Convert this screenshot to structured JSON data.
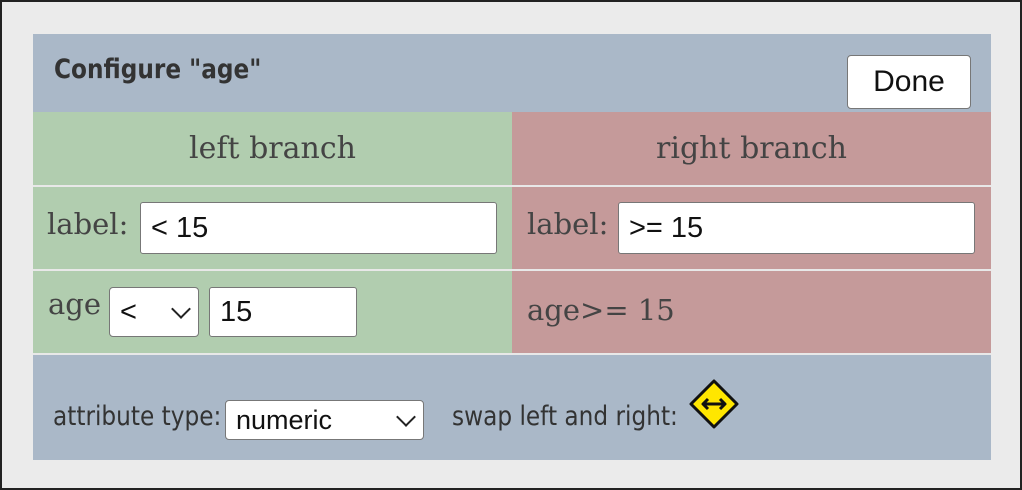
{
  "dialog": {
    "title": "Configure \"age\"",
    "done_label": "Done"
  },
  "left_branch": {
    "heading": "left branch",
    "label_prefix": "label:",
    "label_value": "< 15",
    "attribute": "age",
    "operator": "<",
    "threshold": "15"
  },
  "right_branch": {
    "heading": "right branch",
    "label_prefix": "label:",
    "label_value": ">= 15",
    "condition_text": "age>= 15"
  },
  "footer": {
    "attribute_type_label": "attribute type:",
    "attribute_type_value": "numeric",
    "swap_label": "swap left and right:",
    "swap_icon": "swap-horizontal-icon"
  },
  "colors": {
    "left_bg": "#b1cdaf",
    "right_bg": "#c59a9a",
    "dialog_bg": "#aab8c8",
    "swap_icon": "#ffe600"
  }
}
